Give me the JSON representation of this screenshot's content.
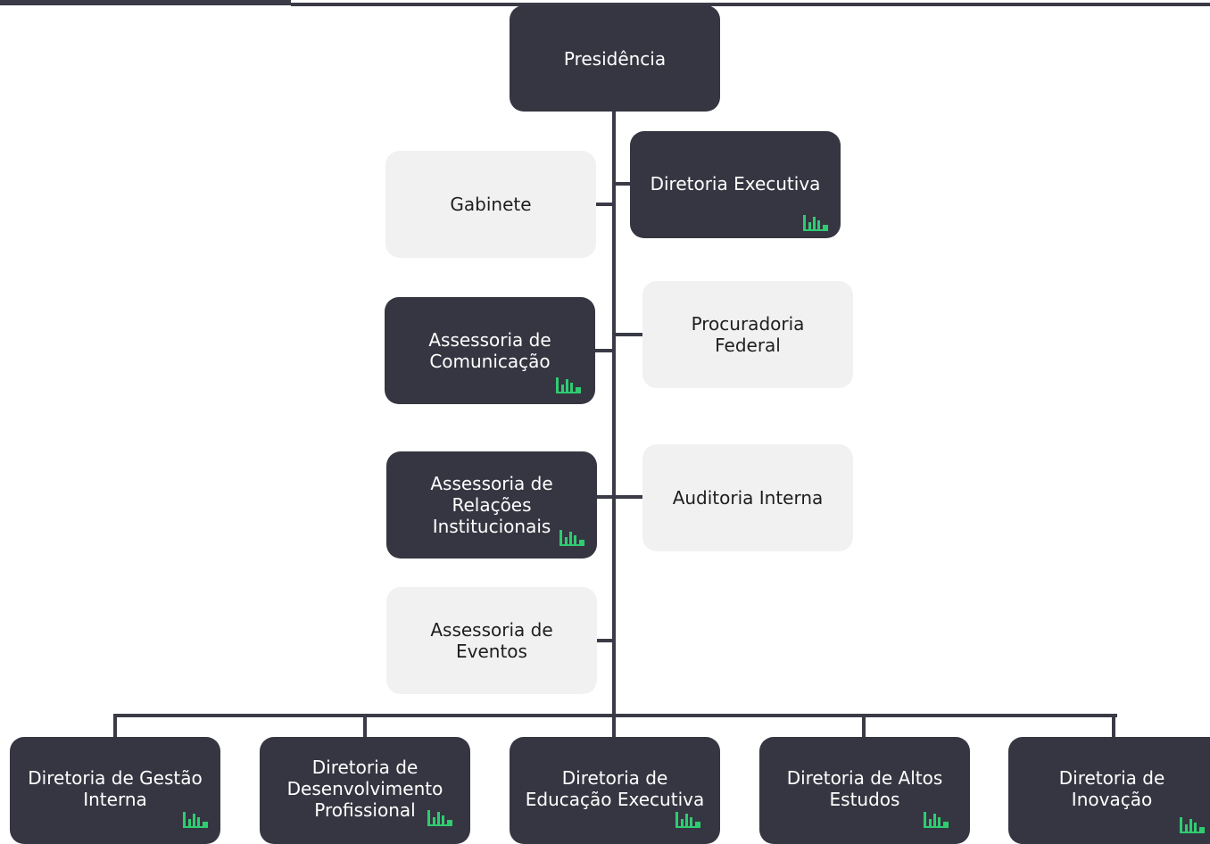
{
  "chart_data": {
    "type": "org-chart",
    "root": "Presidência",
    "advisory_units": [
      {
        "label": "Diretoria Executiva",
        "style": "dark",
        "has_chart_icon": true
      },
      {
        "label": "Gabinete",
        "style": "light",
        "has_chart_icon": false
      },
      {
        "label": "Assessoria de\nComunicação",
        "style": "dark",
        "has_chart_icon": true
      },
      {
        "label": "Procuradoria\nFederal",
        "style": "light",
        "has_chart_icon": false
      },
      {
        "label": "Assessoria de\nRelações\nInstitucionais",
        "style": "dark",
        "has_chart_icon": true
      },
      {
        "label": "Auditoria Interna",
        "style": "light",
        "has_chart_icon": false
      },
      {
        "label": "Assessoria de\nEventos",
        "style": "light",
        "has_chart_icon": false
      }
    ],
    "directorates": [
      {
        "label": "Diretoria de Gestão\nInterna",
        "style": "dark",
        "has_chart_icon": true
      },
      {
        "label": "Diretoria de\nDesenvolvimento\nProfissional",
        "style": "dark",
        "has_chart_icon": true
      },
      {
        "label": "Diretoria de\nEducação Executiva",
        "style": "dark",
        "has_chart_icon": true
      },
      {
        "label": "Diretoria de Altos\nEstudos",
        "style": "dark",
        "has_chart_icon": true
      },
      {
        "label": "Diretoria de\nInovação",
        "style": "dark",
        "has_chart_icon": true
      }
    ]
  },
  "colors": {
    "dark_box": "#353641",
    "light_box": "#f1f1f1",
    "connector": "#3a3b46",
    "chart_icon": "#2ecc71"
  },
  "icons": {
    "chart_icon": "bar-chart-icon"
  }
}
